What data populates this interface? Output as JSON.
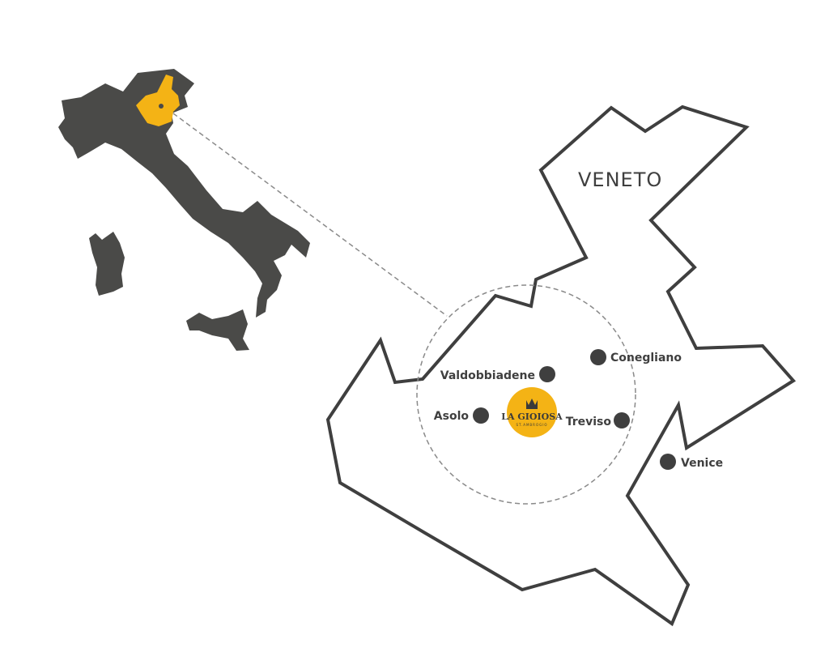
{
  "region": {
    "name": "VENETO"
  },
  "cities": {
    "valdobbiadene": "Valdobbiadene",
    "conegliano": "Conegliano",
    "asolo": "Asolo",
    "treviso": "Treviso",
    "venice": "Venice"
  },
  "logo": {
    "name": "LA GIOIOSA",
    "subtitle": "ST.AMBROGIO"
  },
  "colors": {
    "italy_fill": "#4a4a48",
    "veneto_highlight": "#f4b315",
    "outline": "#3f3f3f",
    "city_dot": "#3f3f3f",
    "logo_circle": "#f4b315",
    "dashed": "#8a8a8a"
  }
}
